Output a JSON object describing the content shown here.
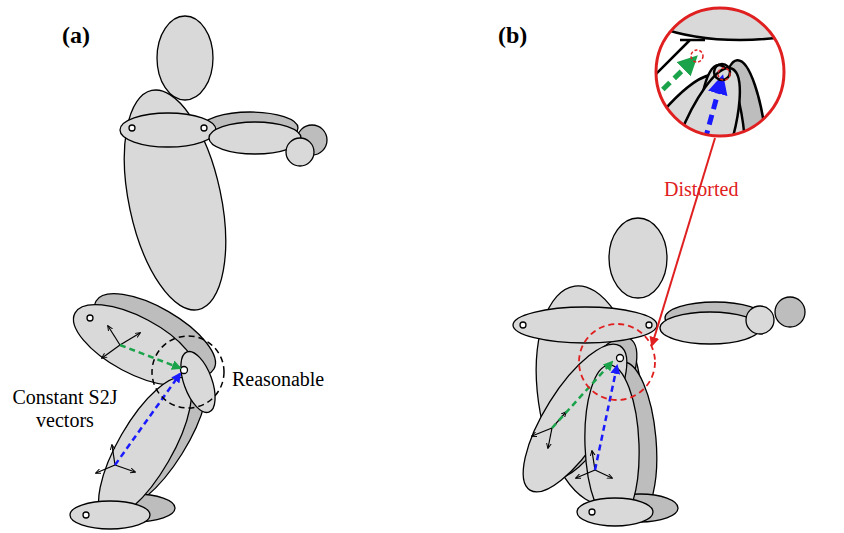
{
  "diagram": {
    "labels": [
      "(a)",
      "Constant S2J vectors",
      "Reasonable",
      "(b)",
      "Distorted"
    ]
  }
}
